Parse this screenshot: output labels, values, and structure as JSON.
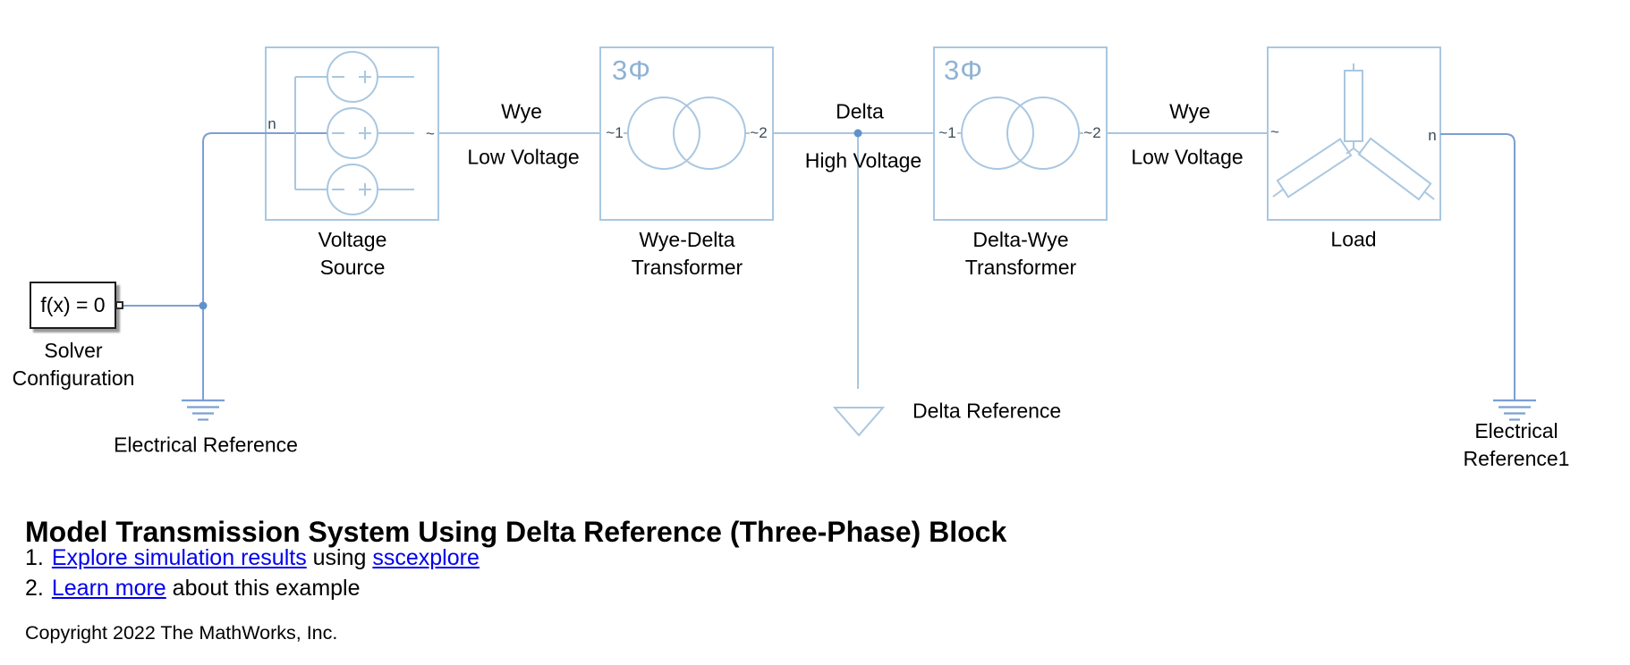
{
  "blocks": {
    "solver": {
      "expression": "f(x) = 0",
      "label": "Solver\nConfiguration"
    },
    "electrical_reference": {
      "label": "Electrical Reference"
    },
    "electrical_reference1": {
      "label": "Electrical Reference1"
    },
    "voltage_source": {
      "label": "Voltage\nSource",
      "port_n": "n",
      "port_out": "~"
    },
    "wye_delta": {
      "phase": "3Φ",
      "port_in": "~1",
      "port_out": "~2",
      "label": "Wye-Delta\nTransformer"
    },
    "delta_wye": {
      "phase": "3Φ",
      "port_in": "~1",
      "port_out": "~2",
      "label": "Delta-Wye\nTransformer"
    },
    "load": {
      "label": "Load",
      "port_in": "~",
      "port_n": "n"
    },
    "delta_reference": {
      "label": "Delta Reference"
    }
  },
  "wire_labels": {
    "seg1": {
      "top": "Wye",
      "bottom": "Low Voltage"
    },
    "seg2": {
      "top": "Delta",
      "bottom": "High Voltage"
    },
    "seg3": {
      "top": "Wye",
      "bottom": "Low Voltage"
    }
  },
  "annotations": {
    "title": "Model Transmission System Using Delta Reference (Three-Phase) Block",
    "item1": {
      "num": "1.",
      "link1": "Explore simulation results",
      "mid": " using ",
      "link2": "sscexplore"
    },
    "item2": {
      "num": "2.",
      "link": "Learn more",
      "rest": " about this example"
    },
    "copyright": "Copyright 2022 The MathWorks, Inc."
  },
  "colors": {
    "block_outline": "#A9C7E1",
    "phase_label": "#8FB2D4",
    "wire_electrical": "#7BA0D2",
    "wire_three_phase": "#A7C6E0",
    "junction_dot": "#5E93C9",
    "port_text": "#3C4B55",
    "link": "#0000EE",
    "text": "#000000"
  }
}
